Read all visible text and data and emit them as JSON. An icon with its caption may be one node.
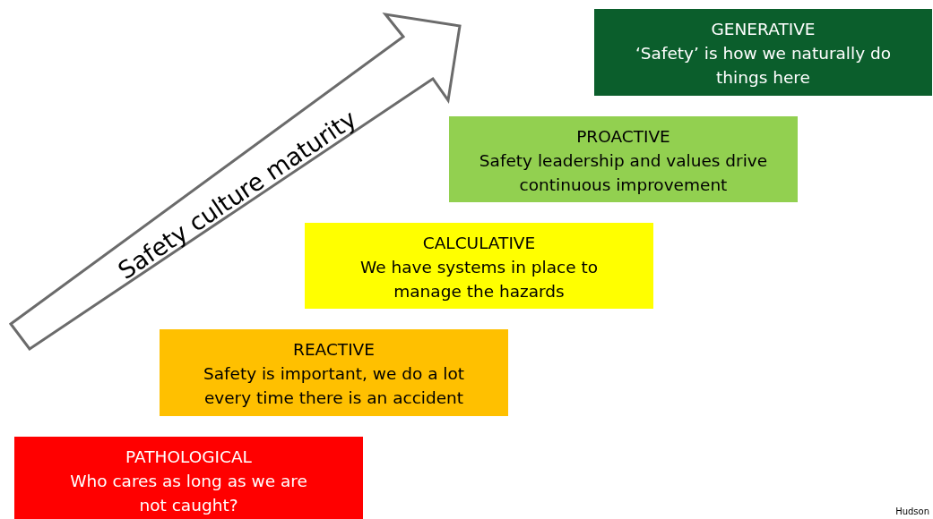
{
  "diagram": {
    "nodes": [
      {
        "text": [
          "PATHOLOGICAL",
          "Who cares as long as we are not caught?"
        ]
      },
      {
        "text": [
          "REACTIVE",
          "Safety is important, we do a lot every time there is an accident"
        ]
      },
      {
        "text": [
          "CALCULATIVE",
          "We have systems in place to manage the hazards"
        ]
      },
      {
        "text": [
          "PROACTIVE",
          "Safety leadership and values drive continuous improvement"
        ]
      },
      {
        "text": [
          "GENERATIVE",
          "‘Safety’ is how we naturally do things here"
        ]
      }
    ],
    "labels": [
      "Safety culture maturity",
      "Hudson"
    ]
  }
}
